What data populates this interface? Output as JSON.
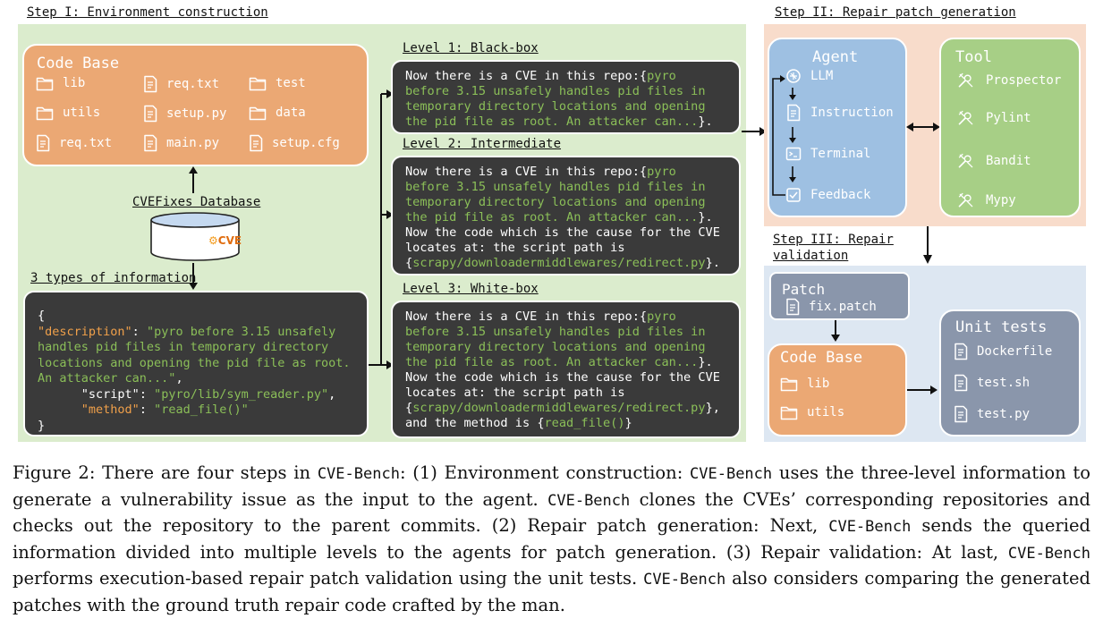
{
  "step1": {
    "title": "Step I: Environment construction",
    "codebase": {
      "title": "Code Base",
      "items": [
        {
          "label": "lib",
          "icon": "folder-icon"
        },
        {
          "label": "req.txt",
          "icon": "file-icon"
        },
        {
          "label": "test",
          "icon": "folder-icon"
        },
        {
          "label": "utils",
          "icon": "folder-icon"
        },
        {
          "label": "setup.py",
          "icon": "file-icon"
        },
        {
          "label": "data",
          "icon": "folder-icon"
        },
        {
          "label": "req.txt",
          "icon": "file-icon"
        },
        {
          "label": "main.py",
          "icon": "file-icon"
        },
        {
          "label": "setup.cfg",
          "icon": "file-icon"
        }
      ]
    },
    "database_label": "CVEFixes Database",
    "database_logo": "CVE",
    "info_label": "3 types of information",
    "json_box": {
      "open": "{",
      "desc_key": "\"description\"",
      "desc_value_1": " \"pyro before 3.15 unsafely",
      "desc_value_2": "handles pid files in temporary directory",
      "desc_value_3": "locations and opening the pid file as root.",
      "desc_value_4": "An attacker can...\"",
      "comma": ",",
      "script_key": "\"script\"",
      "script_value": " \"pyro/lib/sym_reader.py\"",
      "method_key": "\"method\"",
      "method_value": " \"read_file()\"",
      "close": "}"
    },
    "levels": [
      {
        "title": "Level 1: Black-box",
        "l1a": "Now there is a CVE in this repo:{",
        "l1b": "pyro",
        "l2": "before 3.15 unsafely handles pid files in",
        "l3": "temporary directory locations and opening",
        "l4a": "the pid file as root. An attacker can...",
        "l4b": "}."
      },
      {
        "title": "Level 2: Intermediate",
        "l1a": "Now there is a CVE in this repo:{",
        "l1b": "pyro",
        "l2": "before 3.15 unsafely handles pid files in",
        "l3": "temporary directory locations and opening",
        "l4a": "the pid file as root. An attacker can...",
        "l4b": "}.",
        "l5": "Now the code which is the cause for the CVE",
        "l6": "locates at: the script path is",
        "l7a": "{",
        "l7b": "scrapy/downloadermiddlewares/redirect.py",
        "l7c": "}."
      },
      {
        "title": "Level 3: White-box",
        "l1a": "Now there is a CVE in this repo:{",
        "l1b": "pyro",
        "l2": "before 3.15 unsafely handles pid files in",
        "l3": "temporary directory locations and opening",
        "l4a": "the pid file as root. An attacker can...",
        "l4b": "}.",
        "l5": "Now the code which is the cause for the CVE",
        "l6": "locates at: the script path is",
        "l7a": "{",
        "l7b": "scrapy/downloadermiddlewares/redirect.py",
        "l7c": "},",
        "l8a": "and the method is {",
        "l8b": "read_file()",
        "l8c": "}"
      }
    ]
  },
  "step2": {
    "title": "Step II: Repair patch generation",
    "agent": {
      "title": "Agent",
      "items": [
        {
          "label": "LLM",
          "icon": "llm-icon"
        },
        {
          "label": "Instruction",
          "icon": "instruction-icon"
        },
        {
          "label": "Terminal",
          "icon": "terminal-icon"
        },
        {
          "label": "Feedback",
          "icon": "feedback-icon"
        }
      ]
    },
    "tool": {
      "title": "Tool",
      "items": [
        "Prospector",
        "Pylint",
        "Bandit",
        "Mypy"
      ]
    }
  },
  "step3": {
    "title_line1": "Step III: Repair",
    "title_line2": "validation",
    "patch": {
      "title": "Patch",
      "file": "fix.patch"
    },
    "codebase": {
      "title": "Code Base",
      "items": [
        "lib",
        "utils"
      ]
    },
    "unit_tests": {
      "title": "Unit tests",
      "items": [
        "Dockerfile",
        "test.sh",
        "test.py"
      ]
    }
  },
  "caption": {
    "p1": "Figure 2: There are four steps in ",
    "m1": "CVE-Bench",
    "p2": ": (1) Environment construction: ",
    "m2": "CVE-Bench",
    "p3": " uses the three-level information to generate a vulnerability issue as the input to the agent. ",
    "m3": "CVE-Bench",
    "p4": " clones the CVEs’ corresponding repositories and checks out the repository to the parent commits. (2) Repair patch generation: Next, ",
    "m4": "CVE-Bench",
    "p5": " sends the queried information divided into multiple levels to the agents for patch generation. (3) Repair validation: At last, ",
    "m5": "CVE-Bench",
    "p6": " performs execution-based repair patch validation using the unit tests. ",
    "m6": "CVE-Bench",
    "p7": " also considers comparing the generated patches with the ground truth repair code crafted by the man."
  },
  "colors": {
    "step1_bg": "#dbeccd",
    "step2_bg": "#f8dccb",
    "step3_bg": "#dde7f2",
    "orange": "#eba874",
    "blue": "#9ec0e2",
    "green": "#a7cf86",
    "slate": "#8a96ab",
    "dark": "#3a3a3a",
    "code_green": "#8bbf58",
    "code_orange": "#f0a04a"
  }
}
